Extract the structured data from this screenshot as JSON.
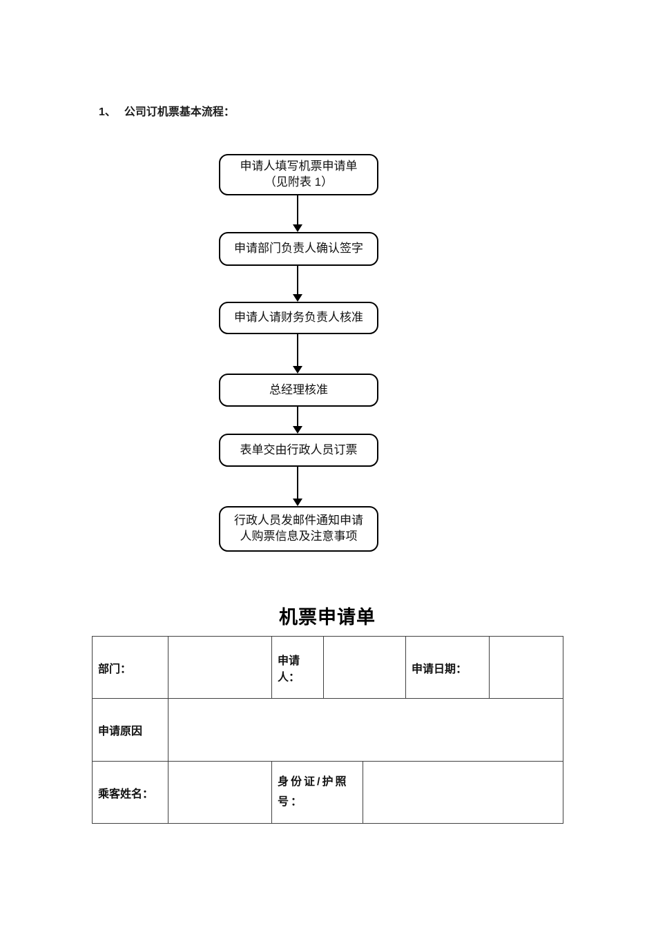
{
  "heading": {
    "number": "1、",
    "text": "公司订机票基本流程："
  },
  "flowchart": {
    "steps": [
      {
        "lines": [
          "申请人填写机票申请单",
          "（见附表 1）"
        ]
      },
      {
        "lines": [
          "申请部门负责人确认签字"
        ]
      },
      {
        "lines": [
          "申请人请财务负责人核准"
        ]
      },
      {
        "lines": [
          "总经理核准"
        ]
      },
      {
        "lines": [
          "表单交由行政人员订票"
        ]
      },
      {
        "lines": [
          "行政人员发邮件通知申请",
          "人购票信息及注意事项"
        ]
      }
    ]
  },
  "form": {
    "title": "机票申请单",
    "labels": {
      "department": "部门：",
      "applicant": "申请人：",
      "apply_date": "申请日期：",
      "reason": "申请原因",
      "passenger_name": "乘客姓名：",
      "id_passport": "身份证/护照号："
    },
    "values": {
      "department": "",
      "applicant": "",
      "apply_date": "",
      "reason": "",
      "passenger_name": "",
      "id_passport": ""
    }
  },
  "colors": {
    "page_background": "#ffffff",
    "text_color": "#1a1a1a",
    "flow_box_border": "#000000",
    "table_border": "#3f3f3f"
  }
}
